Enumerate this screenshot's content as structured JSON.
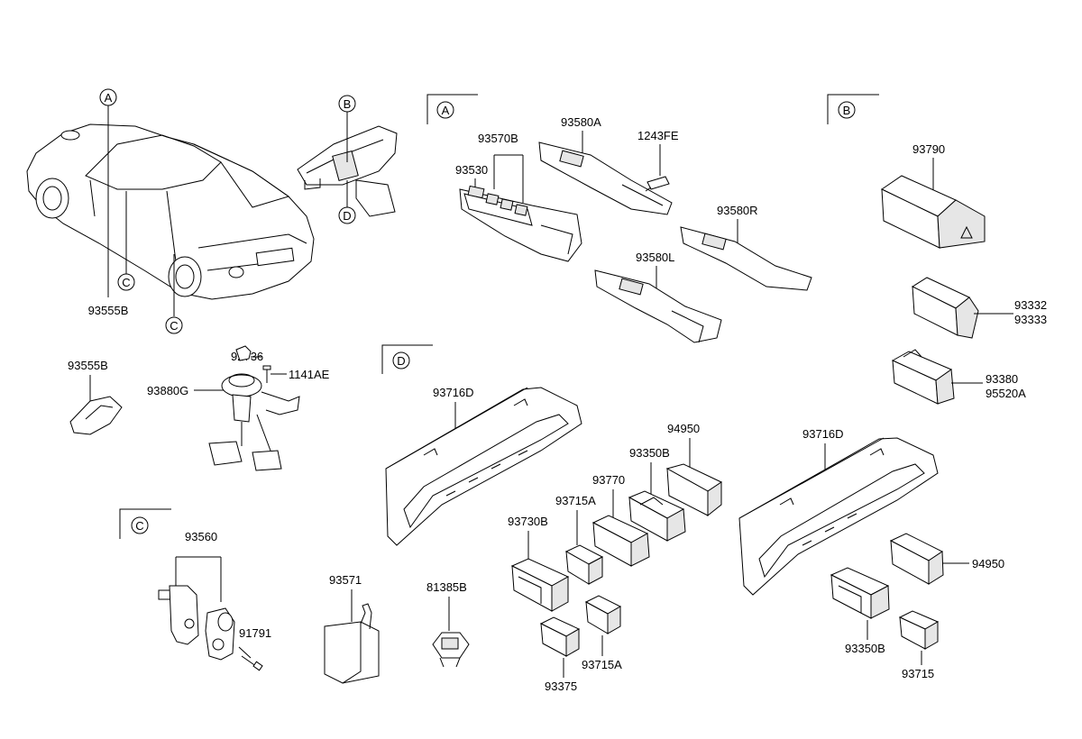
{
  "letters": {
    "A": "A",
    "B": "B",
    "C": "C",
    "D": "D"
  },
  "labels": {
    "p93555B_car": "93555B",
    "p93555B": "93555B",
    "p92736": "92736",
    "p1141AE": "1141AE",
    "p93880G": "93880G",
    "p93560": "93560",
    "p91791": "91791",
    "p93571": "93571",
    "p81385B": "81385B",
    "p93570B": "93570B",
    "p93530": "93530",
    "p93580A": "93580A",
    "p1243FE": "1243FE",
    "p93580R": "93580R",
    "p93580L": "93580L",
    "p93716D_left": "93716D",
    "p94950_top": "94950",
    "p93350B_top": "93350B",
    "p93770": "93770",
    "p93715A_top": "93715A",
    "p93730B": "93730B",
    "p93715A_bottom": "93715A",
    "p93375": "93375",
    "p93790": "93790",
    "p93332": "93332",
    "p93333": "93333",
    "p93380": "93380",
    "p95520A": "95520A",
    "p93716D_right": "93716D",
    "p94950_right": "94950",
    "p93350B_bottom": "93350B",
    "p93715": "93715"
  }
}
